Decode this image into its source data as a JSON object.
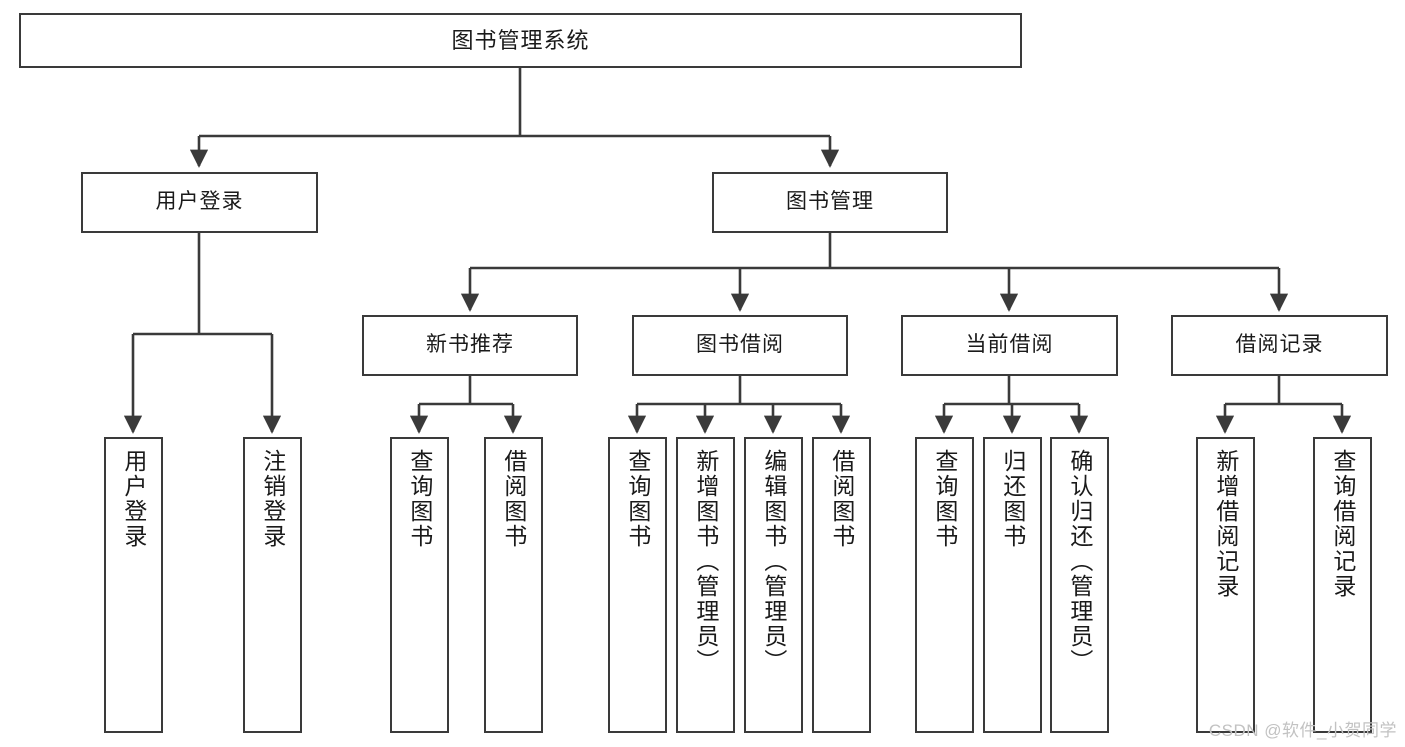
{
  "diagram": {
    "title": "图书管理系统",
    "type": "tree",
    "background_color": "#ffffff",
    "line_color": "#3a3a3a",
    "text_color": "#1a1a1a",
    "watermark": "CSDN @软件_小贺同学"
  },
  "nodes": {
    "root": {
      "label": "图书管理系统"
    },
    "level1": [
      {
        "id": "user-login",
        "label": "用户登录"
      },
      {
        "id": "book-management",
        "label": "图书管理"
      }
    ],
    "level2": [
      {
        "id": "new-book-recommend",
        "label": "新书推荐",
        "parent": "book-management"
      },
      {
        "id": "book-borrow",
        "label": "图书借阅",
        "parent": "book-management"
      },
      {
        "id": "current-borrow",
        "label": "当前借阅",
        "parent": "book-management"
      },
      {
        "id": "borrow-record",
        "label": "借阅记录",
        "parent": "book-management"
      }
    ],
    "leaves": [
      {
        "id": "leaf-user-login",
        "label": "用户登录",
        "parent": "user-login"
      },
      {
        "id": "leaf-logout-login",
        "label": "注销登录",
        "parent": "user-login"
      },
      {
        "id": "leaf-query-book-1",
        "label": "查询图书",
        "parent": "new-book-recommend"
      },
      {
        "id": "leaf-borrow-book-1",
        "label": "借阅图书",
        "parent": "new-book-recommend"
      },
      {
        "id": "leaf-query-book-2",
        "label": "查询图书",
        "parent": "book-borrow"
      },
      {
        "id": "leaf-add-book",
        "label": "新增图书（管理员）",
        "parent": "book-borrow"
      },
      {
        "id": "leaf-edit-book",
        "label": "编辑图书（管理员）",
        "parent": "book-borrow"
      },
      {
        "id": "leaf-borrow-book-2",
        "label": "借阅图书",
        "parent": "book-borrow"
      },
      {
        "id": "leaf-query-book-3",
        "label": "查询图书",
        "parent": "current-borrow"
      },
      {
        "id": "leaf-return-book",
        "label": "归还图书",
        "parent": "current-borrow"
      },
      {
        "id": "leaf-confirm-return",
        "label": "确认归还（管理员）",
        "parent": "current-borrow"
      },
      {
        "id": "leaf-add-record",
        "label": "新增借阅记录",
        "parent": "borrow-record"
      },
      {
        "id": "leaf-query-record",
        "label": "查询借阅记录",
        "parent": "borrow-record"
      }
    ]
  }
}
